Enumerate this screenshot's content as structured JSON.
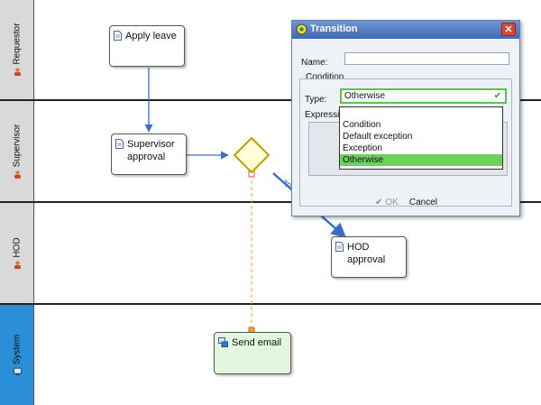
{
  "lanes": [
    {
      "name": "Requestor",
      "icon": "role-icon"
    },
    {
      "name": "Supervisor",
      "icon": "role-icon"
    },
    {
      "name": "HOD",
      "icon": "role-icon"
    },
    {
      "name": "System",
      "icon": "system-icon"
    }
  ],
  "tasks": {
    "apply_leave": "Apply leave",
    "supervisor_approval_line1": "Supervisor",
    "supervisor_approval_line2": "approval",
    "hod_approval": "HOD approval",
    "send_email": "Send email"
  },
  "edge_label_fragment": "ap",
  "dialog": {
    "title": "Transition",
    "name_label": "Name:",
    "name_value": "",
    "condition_group": "Condition",
    "type_label": "Type:",
    "type_value": "Otherwise",
    "expression_label": "Expressio",
    "options": [
      "",
      "Condition",
      "Default exception",
      "Exception",
      "Otherwise"
    ],
    "ok_label": "OK",
    "cancel_label": "Cancel"
  },
  "colors": {
    "system_lane": "#2a8fd6",
    "selected_option": "#6dd05f",
    "flow_line": "#3d6cc5",
    "dashed_line": "#f0a030"
  }
}
